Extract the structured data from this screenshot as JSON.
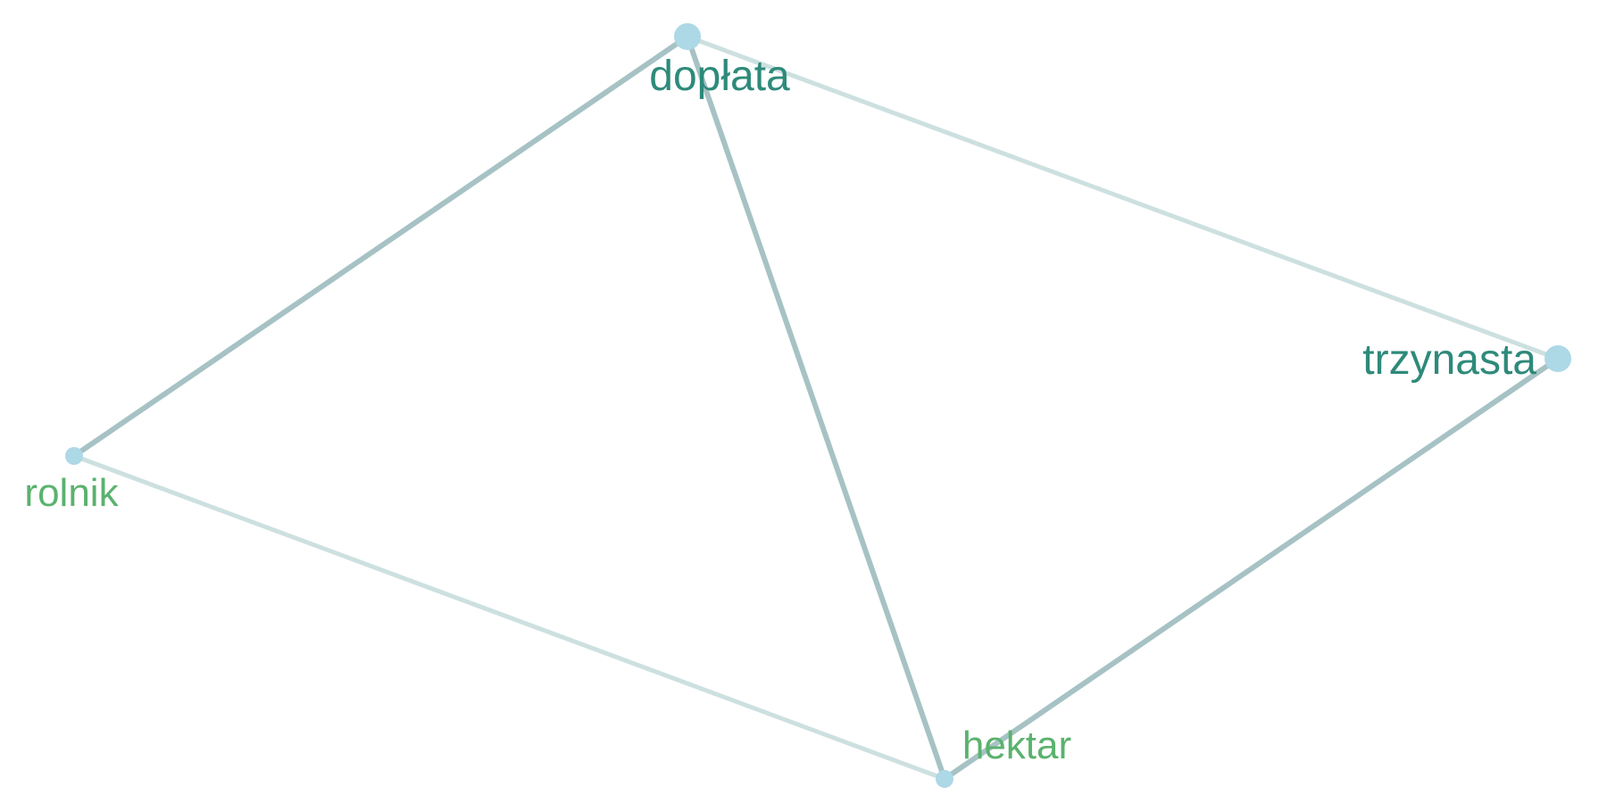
{
  "graph": {
    "nodes": [
      {
        "id": "doplata",
        "label": "dopłata",
        "label_color": "#2e8a7a",
        "importance": "large"
      },
      {
        "id": "trzynasta",
        "label": "trzynasta",
        "label_color": "#2e8a7a",
        "importance": "large"
      },
      {
        "id": "rolnik",
        "label": "rolnik",
        "label_color": "#5ab26e",
        "importance": "small"
      },
      {
        "id": "hektar",
        "label": "hektar",
        "label_color": "#5ab26e",
        "importance": "small"
      }
    ],
    "edges": [
      {
        "source": "doplata",
        "target": "rolnik",
        "strength": "strong"
      },
      {
        "source": "doplata",
        "target": "hektar",
        "strength": "strong"
      },
      {
        "source": "doplata",
        "target": "trzynasta",
        "strength": "weak"
      },
      {
        "source": "trzynasta",
        "target": "hektar",
        "strength": "strong"
      },
      {
        "source": "rolnik",
        "target": "hektar",
        "strength": "weak"
      }
    ],
    "colors": {
      "node_fill": "#add8e6",
      "edge_strong": "#a7c2c4",
      "edge_weak": "#cde0e0"
    }
  }
}
